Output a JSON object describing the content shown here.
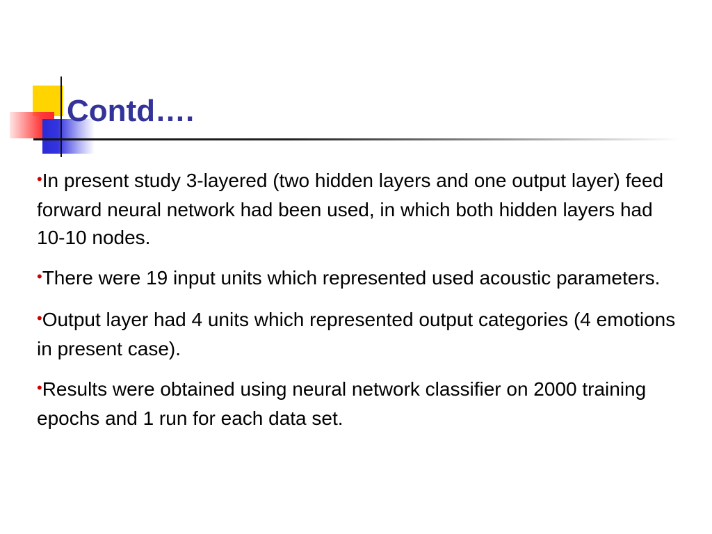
{
  "slide": {
    "title": "Contd….",
    "bullet_glyph": "•",
    "bullets": [
      {
        "text": "In present study 3-layered (two hidden layers and one output layer) feed forward neural network had been used, in which both hidden layers had 10-10 nodes."
      },
      {
        "text": "There were 19 input units which represented used acoustic parameters."
      },
      {
        "text": "Output layer had 4 units which represented output categories (4 emotions in present case)."
      },
      {
        "text": "Results were obtained using neural network classifier on 2000 training epochs and 1 run for each data set."
      }
    ]
  },
  "colors": {
    "title": "#333399",
    "bullet": "#cc0000",
    "logo_yellow": "#ffd400",
    "logo_red": "#ff3b3b",
    "logo_blue": "#2a2ad6"
  },
  "icons": {
    "logo": "overlapping-squares-logo-icon"
  }
}
